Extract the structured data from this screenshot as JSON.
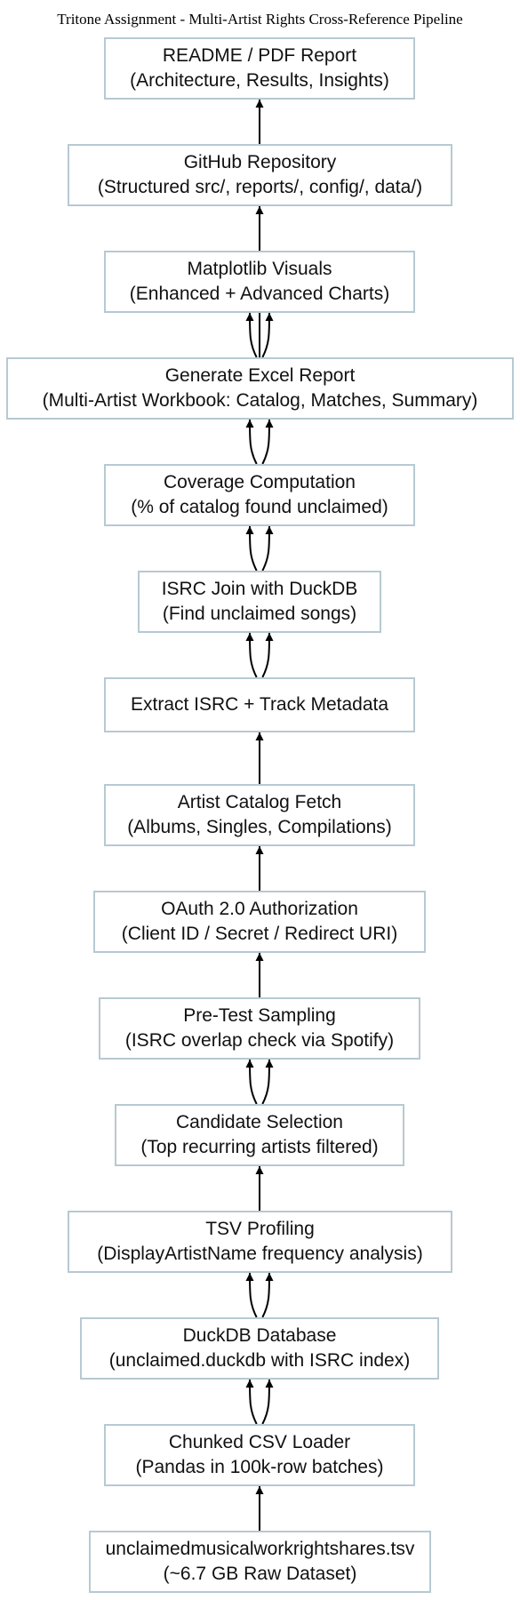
{
  "title": "Tritone Assignment - Multi-Artist Rights Cross-Reference Pipeline",
  "nodes": [
    {
      "id": "readme",
      "line1": "README / PDF Report",
      "line2": "(Architecture, Results, Insights)"
    },
    {
      "id": "github",
      "line1": "GitHub Repository",
      "line2": "(Structured src/, reports/, config/, data/)"
    },
    {
      "id": "visuals",
      "line1": "Matplotlib Visuals",
      "line2": "(Enhanced + Advanced Charts)"
    },
    {
      "id": "excel",
      "line1": "Generate Excel Report",
      "line2": "(Multi-Artist Workbook: Catalog, Matches, Summary)"
    },
    {
      "id": "coverage",
      "line1": "Coverage Computation",
      "line2": "(% of catalog found unclaimed)"
    },
    {
      "id": "isrcjoin",
      "line1": "ISRC Join with DuckDB",
      "line2": "(Find unclaimed songs)"
    },
    {
      "id": "extract",
      "line1": "Extract ISRC + Track Metadata",
      "line2": ""
    },
    {
      "id": "catalog",
      "line1": "Artist Catalog Fetch",
      "line2": "(Albums, Singles, Compilations)"
    },
    {
      "id": "oauth",
      "line1": "OAuth 2.0 Authorization",
      "line2": "(Client ID / Secret / Redirect URI)"
    },
    {
      "id": "pretest",
      "line1": "Pre-Test Sampling",
      "line2": "(ISRC overlap check via Spotify)"
    },
    {
      "id": "candidate",
      "line1": "Candidate Selection",
      "line2": "(Top recurring artists filtered)"
    },
    {
      "id": "tsv",
      "line1": "TSV Profiling",
      "line2": "(DisplayArtistName frequency analysis)"
    },
    {
      "id": "duckdb",
      "line1": "DuckDB Database",
      "line2": "(unclaimed.duckdb with ISRC index)"
    },
    {
      "id": "chunked",
      "line1": "Chunked CSV Loader",
      "line2": "(Pandas in 100k-row batches)"
    },
    {
      "id": "raw",
      "line1": "unclaimedmusicalworkrightshares.tsv",
      "line2": "(~6.7 GB Raw Dataset)"
    }
  ],
  "edges": [
    {
      "from": "raw",
      "to": "chunked"
    },
    {
      "from": "chunked",
      "to": "duckdb"
    },
    {
      "from": "chunked",
      "to": "duckdb"
    },
    {
      "from": "duckdb",
      "to": "tsv"
    },
    {
      "from": "duckdb",
      "to": "tsv"
    },
    {
      "from": "tsv",
      "to": "candidate"
    },
    {
      "from": "candidate",
      "to": "pretest"
    },
    {
      "from": "candidate",
      "to": "pretest"
    },
    {
      "from": "pretest",
      "to": "oauth"
    },
    {
      "from": "oauth",
      "to": "catalog"
    },
    {
      "from": "catalog",
      "to": "extract"
    },
    {
      "from": "extract",
      "to": "isrcjoin"
    },
    {
      "from": "extract",
      "to": "isrcjoin"
    },
    {
      "from": "isrcjoin",
      "to": "coverage"
    },
    {
      "from": "isrcjoin",
      "to": "coverage"
    },
    {
      "from": "coverage",
      "to": "excel"
    },
    {
      "from": "coverage",
      "to": "excel"
    },
    {
      "from": "excel",
      "to": "visuals"
    },
    {
      "from": "excel",
      "to": "visuals"
    },
    {
      "from": "excel",
      "to": "github"
    },
    {
      "from": "github",
      "to": "readme"
    }
  ],
  "colors": {
    "node_border": "#b7c9d3",
    "edge": "#000000",
    "text": "#111111"
  }
}
